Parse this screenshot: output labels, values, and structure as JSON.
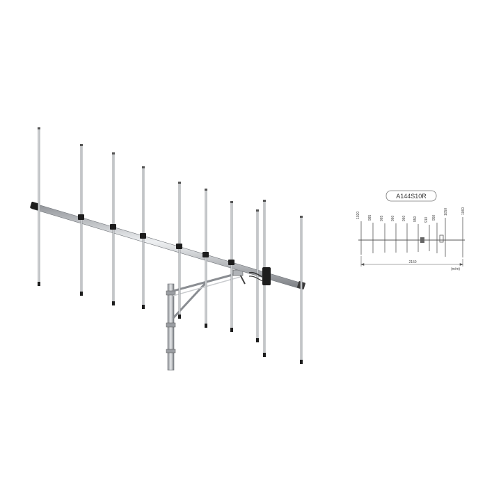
{
  "diagram": {
    "model": "A144S10R",
    "boom_length": "2150",
    "unit": "(m/m)",
    "element_lengths": [
      "1020",
      "985",
      "965",
      "960",
      "960",
      "950",
      "910",
      "950",
      "1050",
      "1060"
    ]
  },
  "colors": {
    "metal": "#b9bcc0",
    "metal_edge": "#6f7378",
    "clamp": "#1d1d1d",
    "line": "#555555"
  }
}
